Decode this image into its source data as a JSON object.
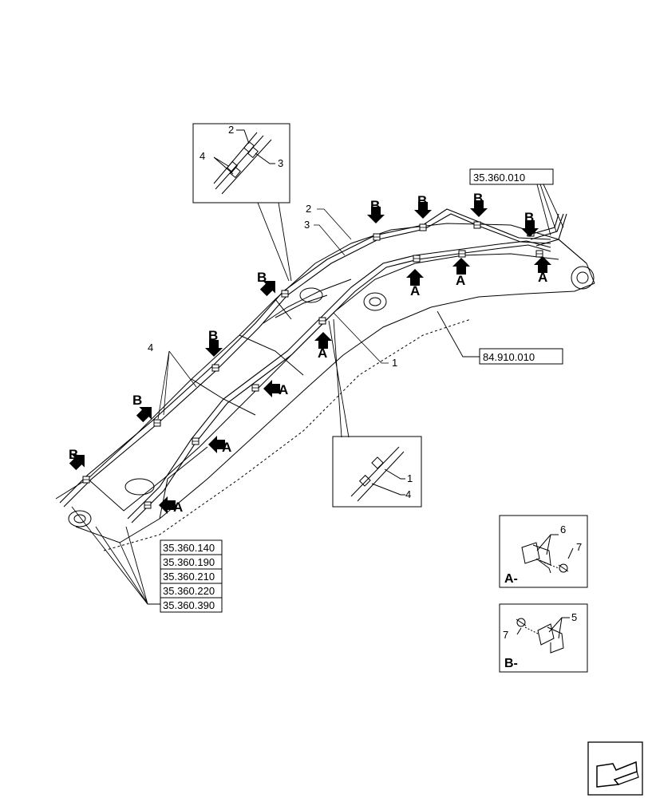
{
  "references": {
    "top_right": "35.360.010",
    "right_mid": "84.910.010",
    "bottom_left": [
      "35.360.140",
      "35.360.190",
      "35.360.210",
      "35.360.220",
      "35.360.390"
    ]
  },
  "callouts": {
    "n1": "1",
    "n2": "2",
    "n3": "3",
    "n4": "4",
    "n5": "5",
    "n6": "6",
    "n7": "7"
  },
  "arrow_markers": {
    "A": "A",
    "B": "B"
  },
  "details": {
    "A_label": "A-",
    "B_label": "B-"
  }
}
